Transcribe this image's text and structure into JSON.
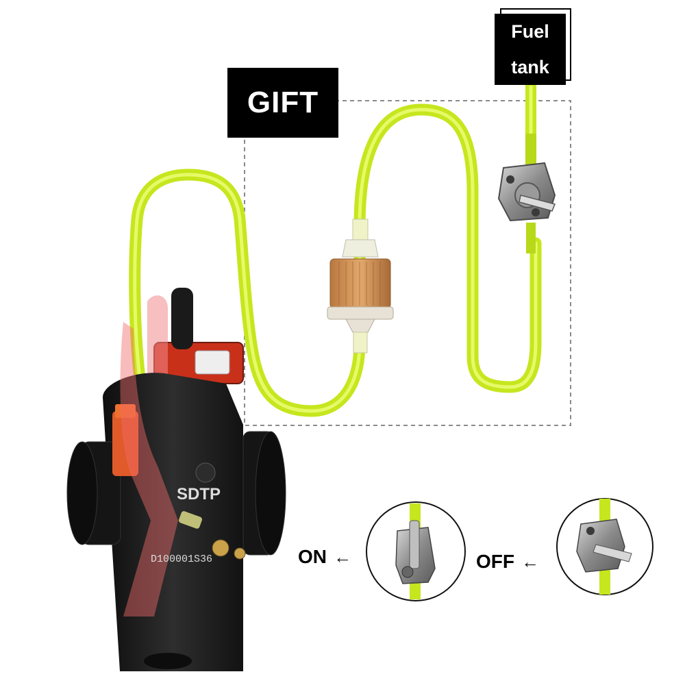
{
  "labels": {
    "gift": "GIFT",
    "fuel_tank_line1": "Fuel",
    "fuel_tank_line2": "tank",
    "on": "ON",
    "off": "OFF",
    "arrow": "←"
  },
  "carburetor": {
    "brand_mark": "SDTP",
    "model_code": "D100001S36"
  },
  "colors": {
    "hose": "#d4f526",
    "hose_dark": "#b9d91a",
    "label_bg": "#000000",
    "label_text": "#ffffff",
    "carb_body": "#1b1b1b",
    "carb_accent": "#d9391c",
    "dashed_border": "#8a8a8a",
    "filter_body": "#c98b52"
  }
}
